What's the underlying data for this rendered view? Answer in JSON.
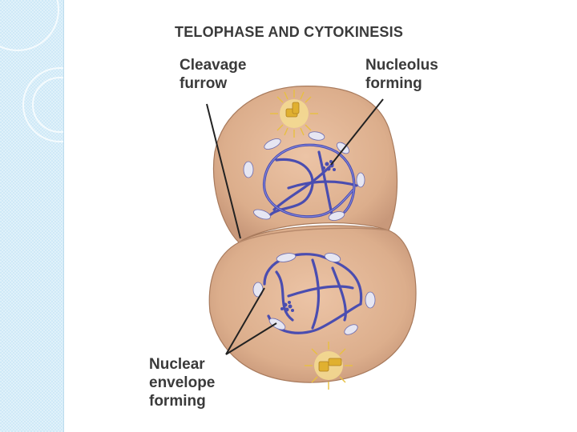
{
  "diagram": {
    "title": "TELOPHASE AND CYTOKINESIS",
    "labels": {
      "cleavage_furrow_line1": "Cleavage",
      "cleavage_furrow_line2": "furrow",
      "nucleolus_line1": "Nucleolus",
      "nucleolus_line2": "forming",
      "nuclear_line1": "Nuclear",
      "nuclear_line2": "envelope",
      "nuclear_line3": "forming"
    },
    "colors": {
      "cell_fill": "#dcae8c",
      "cell_edge": "#a87a5c",
      "chromosome": "#4a4db0",
      "envelope_fragment": "#e6e6f2",
      "centrosome": "#e8c040",
      "sidebar": "#cfe9f7",
      "text": "#3a3a3a"
    }
  }
}
